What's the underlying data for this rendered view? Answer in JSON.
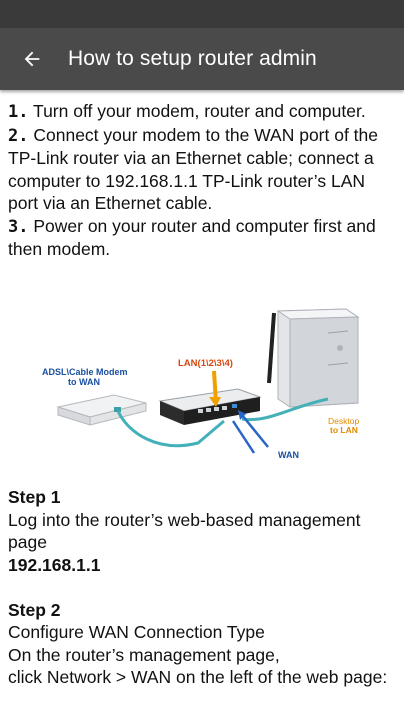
{
  "app_bar": {
    "title": "How to setup router admin"
  },
  "instructions": [
    {
      "num": "1.",
      "text": "Turn off your modem, router and computer."
    },
    {
      "num": "2.",
      "text": "Connect your modem to the WAN port of the TP-Link router via an Ethernet cable; connect a computer to 192.168.1.1 TP-Link router’s LAN port via an Ethernet cable."
    },
    {
      "num": "3.",
      "text": "Power on your router and computer first and then modem."
    }
  ],
  "diagram": {
    "modem_label_line1": "ADSL\\Cable Modem",
    "modem_label_line2": "to WAN",
    "lan_label": "LAN(1\\2\\3\\4)",
    "desktop_label_line1": "Desktop",
    "desktop_label_line2": "to LAN",
    "wan_label": "WAN"
  },
  "step1": {
    "heading": "Step 1",
    "text": "Log into the router’s web-based management page",
    "address": "192.168.1.1"
  },
  "step2": {
    "heading": "Step 2",
    "line1": "Configure WAN Connection Type",
    "line2": "On the router’s management page,",
    "line3": "click Network > WAN on the left of the web page:"
  }
}
